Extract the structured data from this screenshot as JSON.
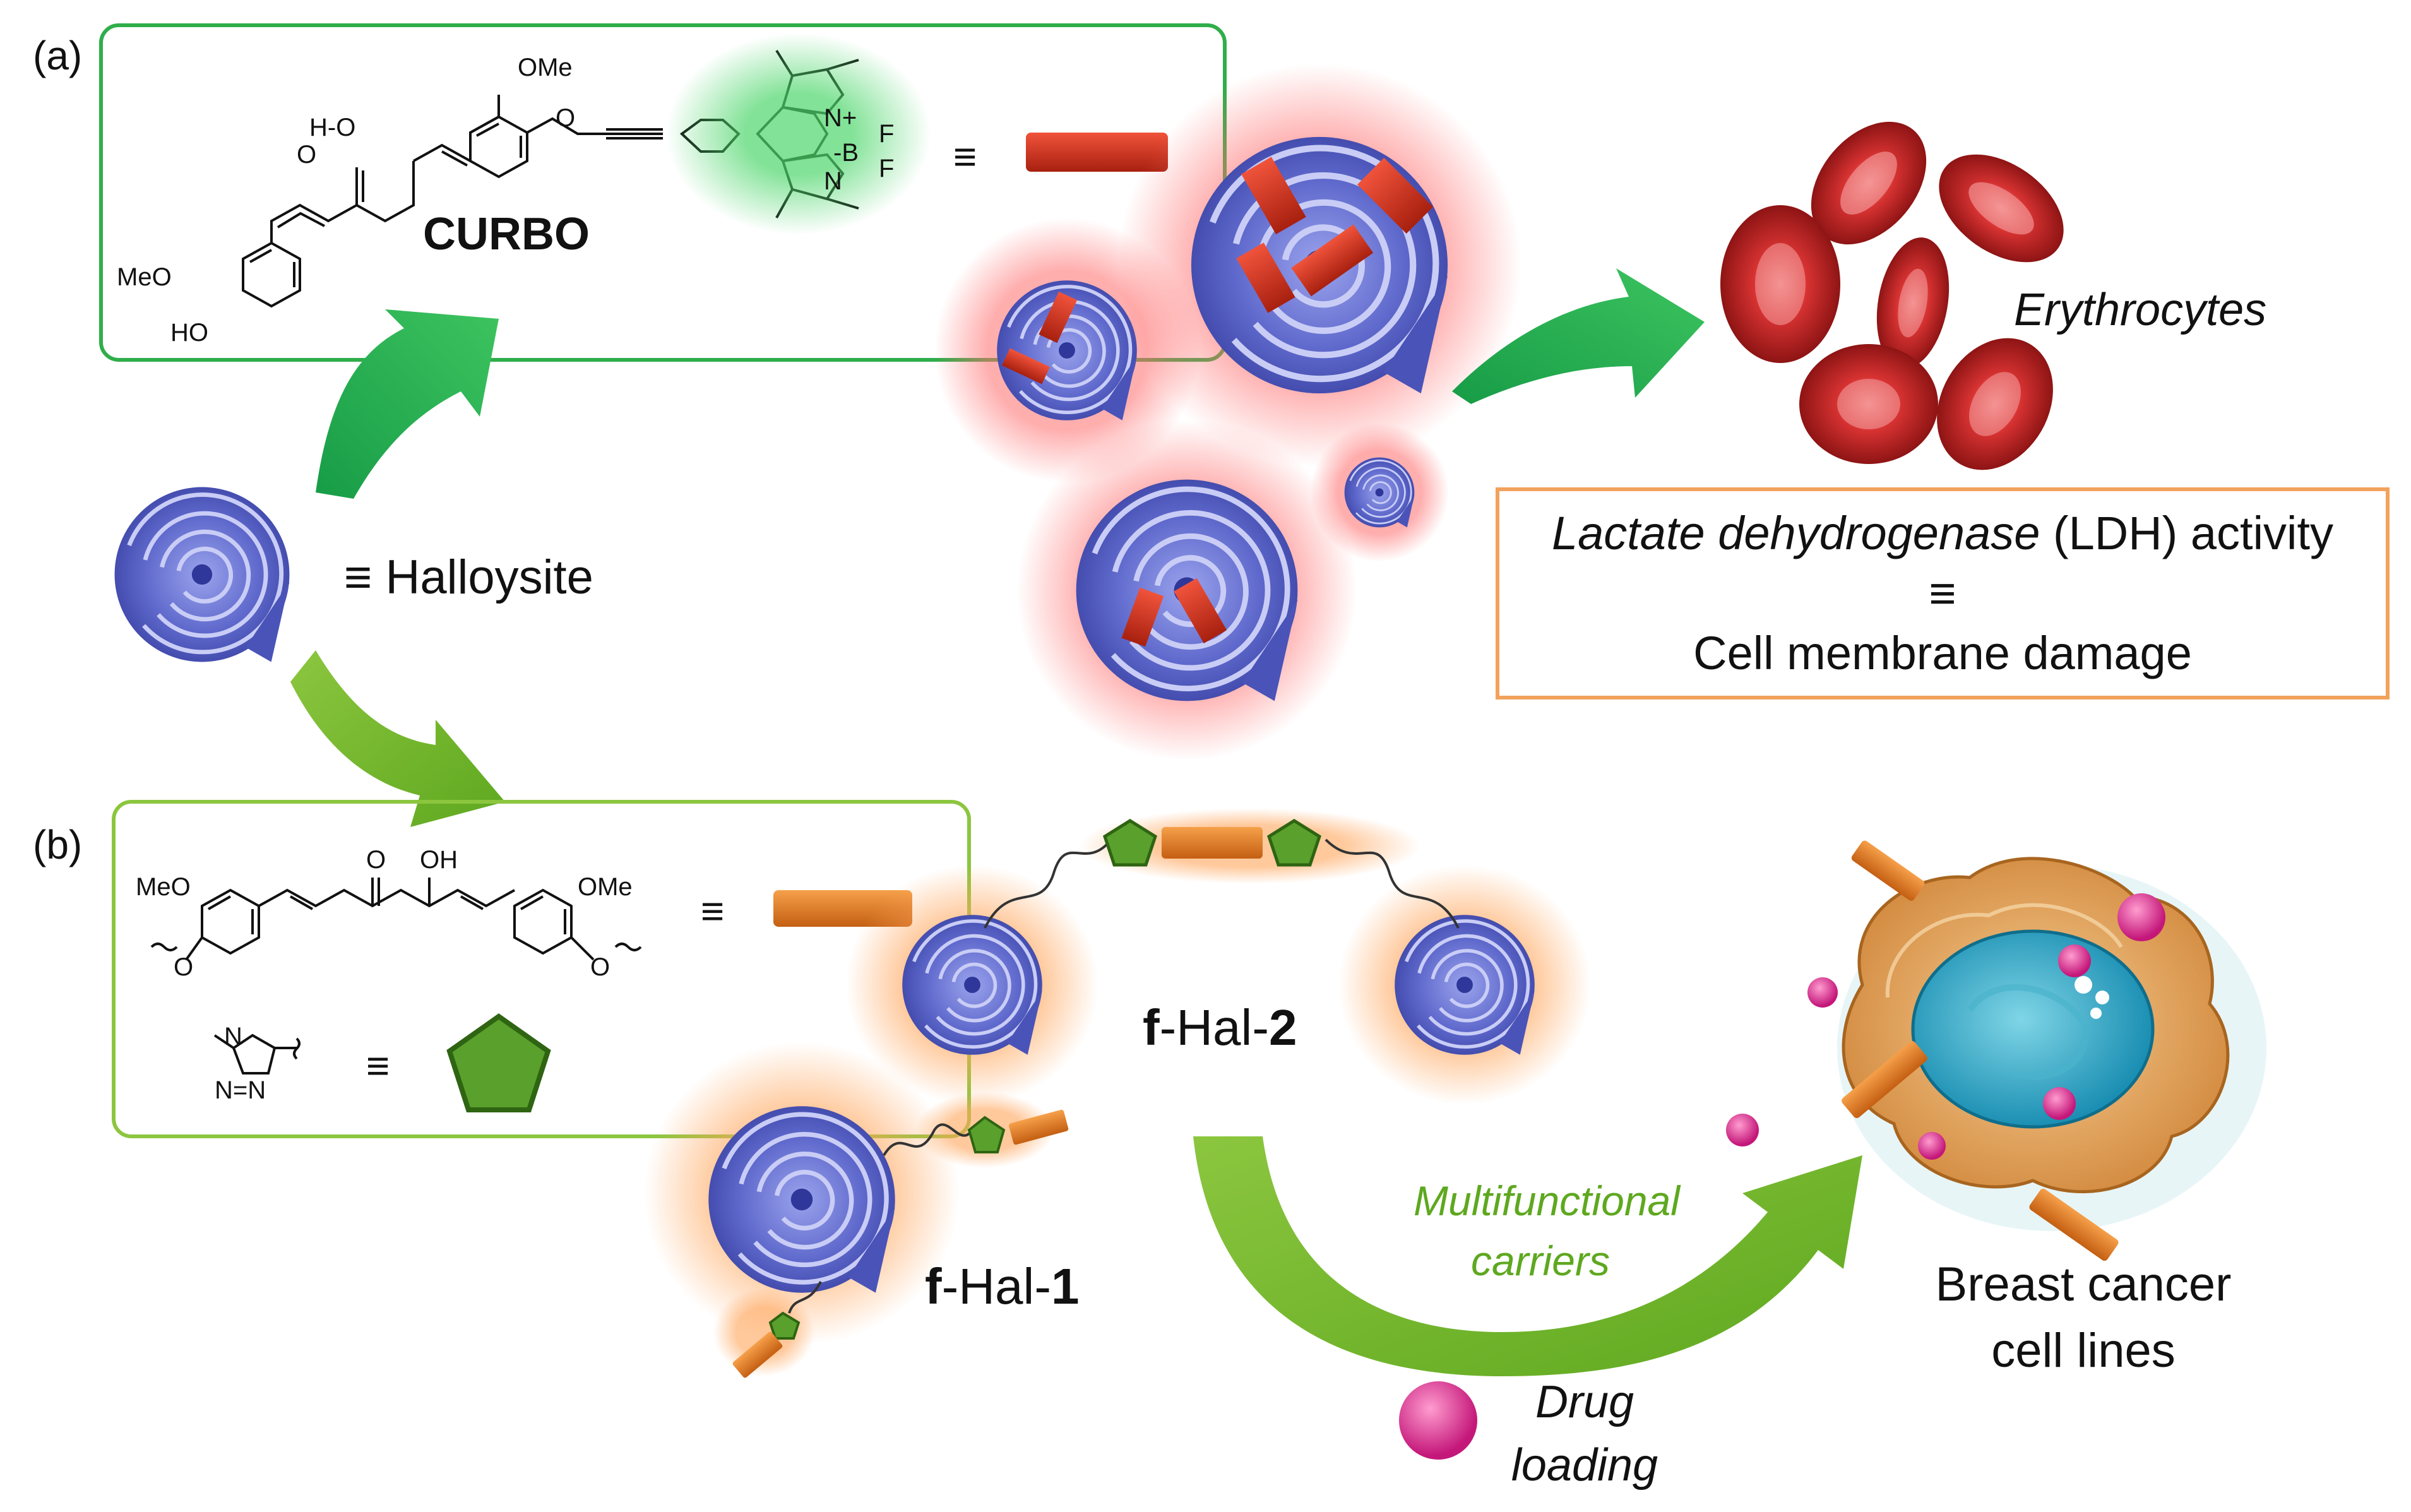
{
  "panel_a": {
    "label": "(a)",
    "compound_name": "CURBO",
    "ome": "OMe",
    "meo": "MeO",
    "ho": "HO",
    "ho_h": "H-O",
    "o": "O",
    "n_plus": "N+",
    "b_minus": "-B",
    "f1": "F",
    "f2": "F",
    "n": "N",
    "equiv": "≡"
  },
  "halloysite": {
    "label": "≡ Halloysite"
  },
  "erythrocytes": {
    "label": "Erythrocytes"
  },
  "ldh_box": {
    "line1_italic": "Lactate dehydrogenase",
    "line1_rest": " (LDH) activity",
    "equiv": "≡",
    "line3": "Cell membrane damage"
  },
  "panel_b": {
    "label": "(b)",
    "meo": "MeO",
    "ome": "OMe",
    "o_top": "O",
    "oh": "OH",
    "o_left": "O",
    "o_right": "O",
    "triazole_n1": "N",
    "triazole_n2": "N=N",
    "equiv1": "≡",
    "equiv2": "≡"
  },
  "fhal2": {
    "prefix": "f",
    "middle": "-Hal-",
    "number": "2"
  },
  "fhal1": {
    "prefix": "f",
    "middle": "-Hal-",
    "number": "1"
  },
  "carriers": {
    "line1": "Multifunctional",
    "line2": "carriers"
  },
  "drug": {
    "line1": "Drug",
    "line2": "loading"
  },
  "cancer": {
    "line1": "Breast cancer",
    "line2": "cell lines"
  },
  "colors": {
    "green_box": "#2fae4a",
    "lightgreen_box": "#8cc63f",
    "orange_box": "#f2a25c",
    "red_bar": "#d9301e",
    "orange_bar": "#e57a22",
    "halloysite": "#6a74d6",
    "pentagon": "#5aa02c",
    "drug_pink": "#e0338f"
  }
}
